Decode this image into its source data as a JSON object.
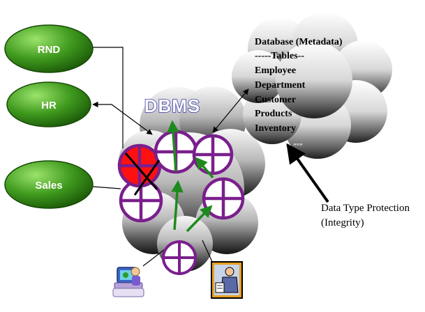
{
  "departments": [
    {
      "label": "RND"
    },
    {
      "label": "HR"
    },
    {
      "label": "Sales"
    }
  ],
  "dbms": {
    "label": "DBMS"
  },
  "metadata": {
    "title": "Database (Metadata)",
    "subtitle": "-----Tables--",
    "tables": [
      "Employee",
      "Department",
      "Customer",
      "Products",
      "Inventory"
    ]
  },
  "annotation": {
    "line1": "Data Type Protection",
    "line2": "(Integrity)"
  },
  "colors": {
    "dept_fill": "#2f8a14",
    "ring": "#7a1f8c",
    "locked_node": "#ff1010",
    "arrow_green": "#1e8a1e"
  },
  "icons": [
    "computer-user-icon",
    "office-worker-icon"
  ]
}
